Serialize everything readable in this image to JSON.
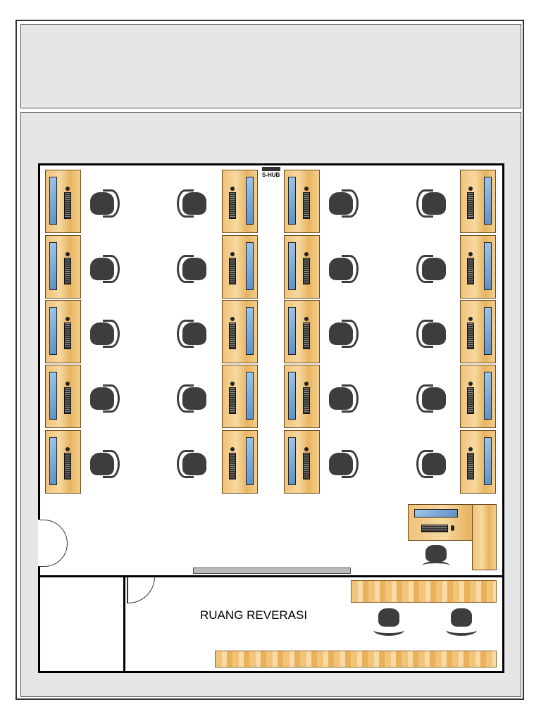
{
  "diagram": {
    "hub_label": "S-HUB",
    "room_label": "RUANG REVERASI",
    "workstation_count": 20,
    "colors": {
      "desk": "#f0c27a",
      "monitor": "#6fa0d2",
      "chair": "#3d3d3d",
      "panel": "#e6e6e6"
    }
  }
}
